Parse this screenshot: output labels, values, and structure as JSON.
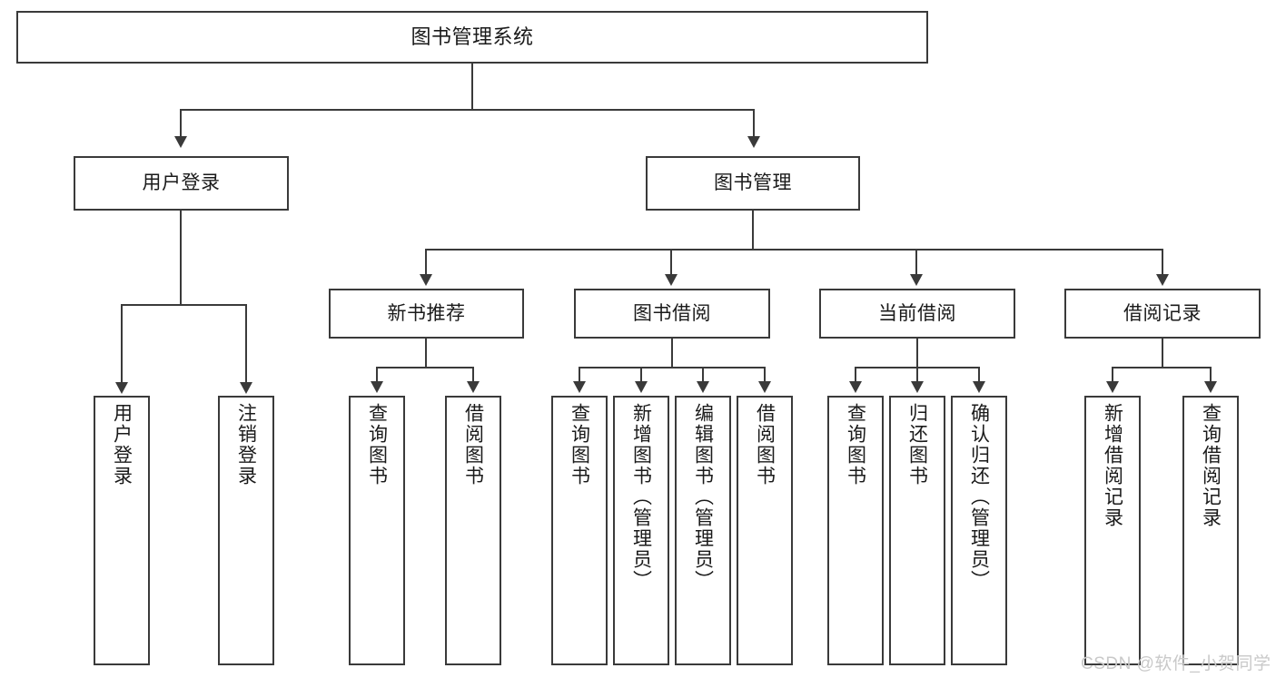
{
  "diagram": {
    "title": "图书管理系统",
    "type": "hierarchy-tree",
    "levels": 4,
    "root": {
      "label": "图书管理系统",
      "orientation": "horizontal"
    },
    "level2": [
      {
        "label": "用户登录",
        "orientation": "horizontal"
      },
      {
        "label": "图书管理",
        "orientation": "horizontal"
      }
    ],
    "level3": [
      {
        "label": "新书推荐",
        "orientation": "horizontal",
        "parent": "图书管理"
      },
      {
        "label": "图书借阅",
        "orientation": "horizontal",
        "parent": "图书管理"
      },
      {
        "label": "当前借阅",
        "orientation": "horizontal",
        "parent": "图书管理"
      },
      {
        "label": "借阅记录",
        "orientation": "horizontal",
        "parent": "图书管理"
      }
    ],
    "leaves": {
      "user_login": [
        {
          "label": "用户登录",
          "orientation": "vertical"
        },
        {
          "label": "注销登录",
          "orientation": "vertical"
        }
      ],
      "new_book_recommend": [
        {
          "label": "查询图书",
          "orientation": "vertical"
        },
        {
          "label": "借阅图书",
          "orientation": "vertical"
        }
      ],
      "book_borrow": [
        {
          "label": "查询图书",
          "orientation": "vertical"
        },
        {
          "label": "新增图书（管理员）",
          "orientation": "vertical"
        },
        {
          "label": "编辑图书（管理员）",
          "orientation": "vertical"
        },
        {
          "label": "借阅图书",
          "orientation": "vertical"
        }
      ],
      "current_borrow": [
        {
          "label": "查询图书",
          "orientation": "vertical"
        },
        {
          "label": "归还图书",
          "orientation": "vertical"
        },
        {
          "label": "确认归还（管理员）",
          "orientation": "vertical"
        }
      ],
      "borrow_record": [
        {
          "label": "新增借阅记录",
          "orientation": "vertical"
        },
        {
          "label": "查询借阅记录",
          "orientation": "vertical"
        }
      ]
    }
  },
  "watermark": {
    "text": "CSDN @软件_小贺同学",
    "color": "#c9c9c9"
  },
  "style": {
    "border_color": "#3a3a3a",
    "text_color": "#1a1a1a",
    "background": "#ffffff"
  }
}
